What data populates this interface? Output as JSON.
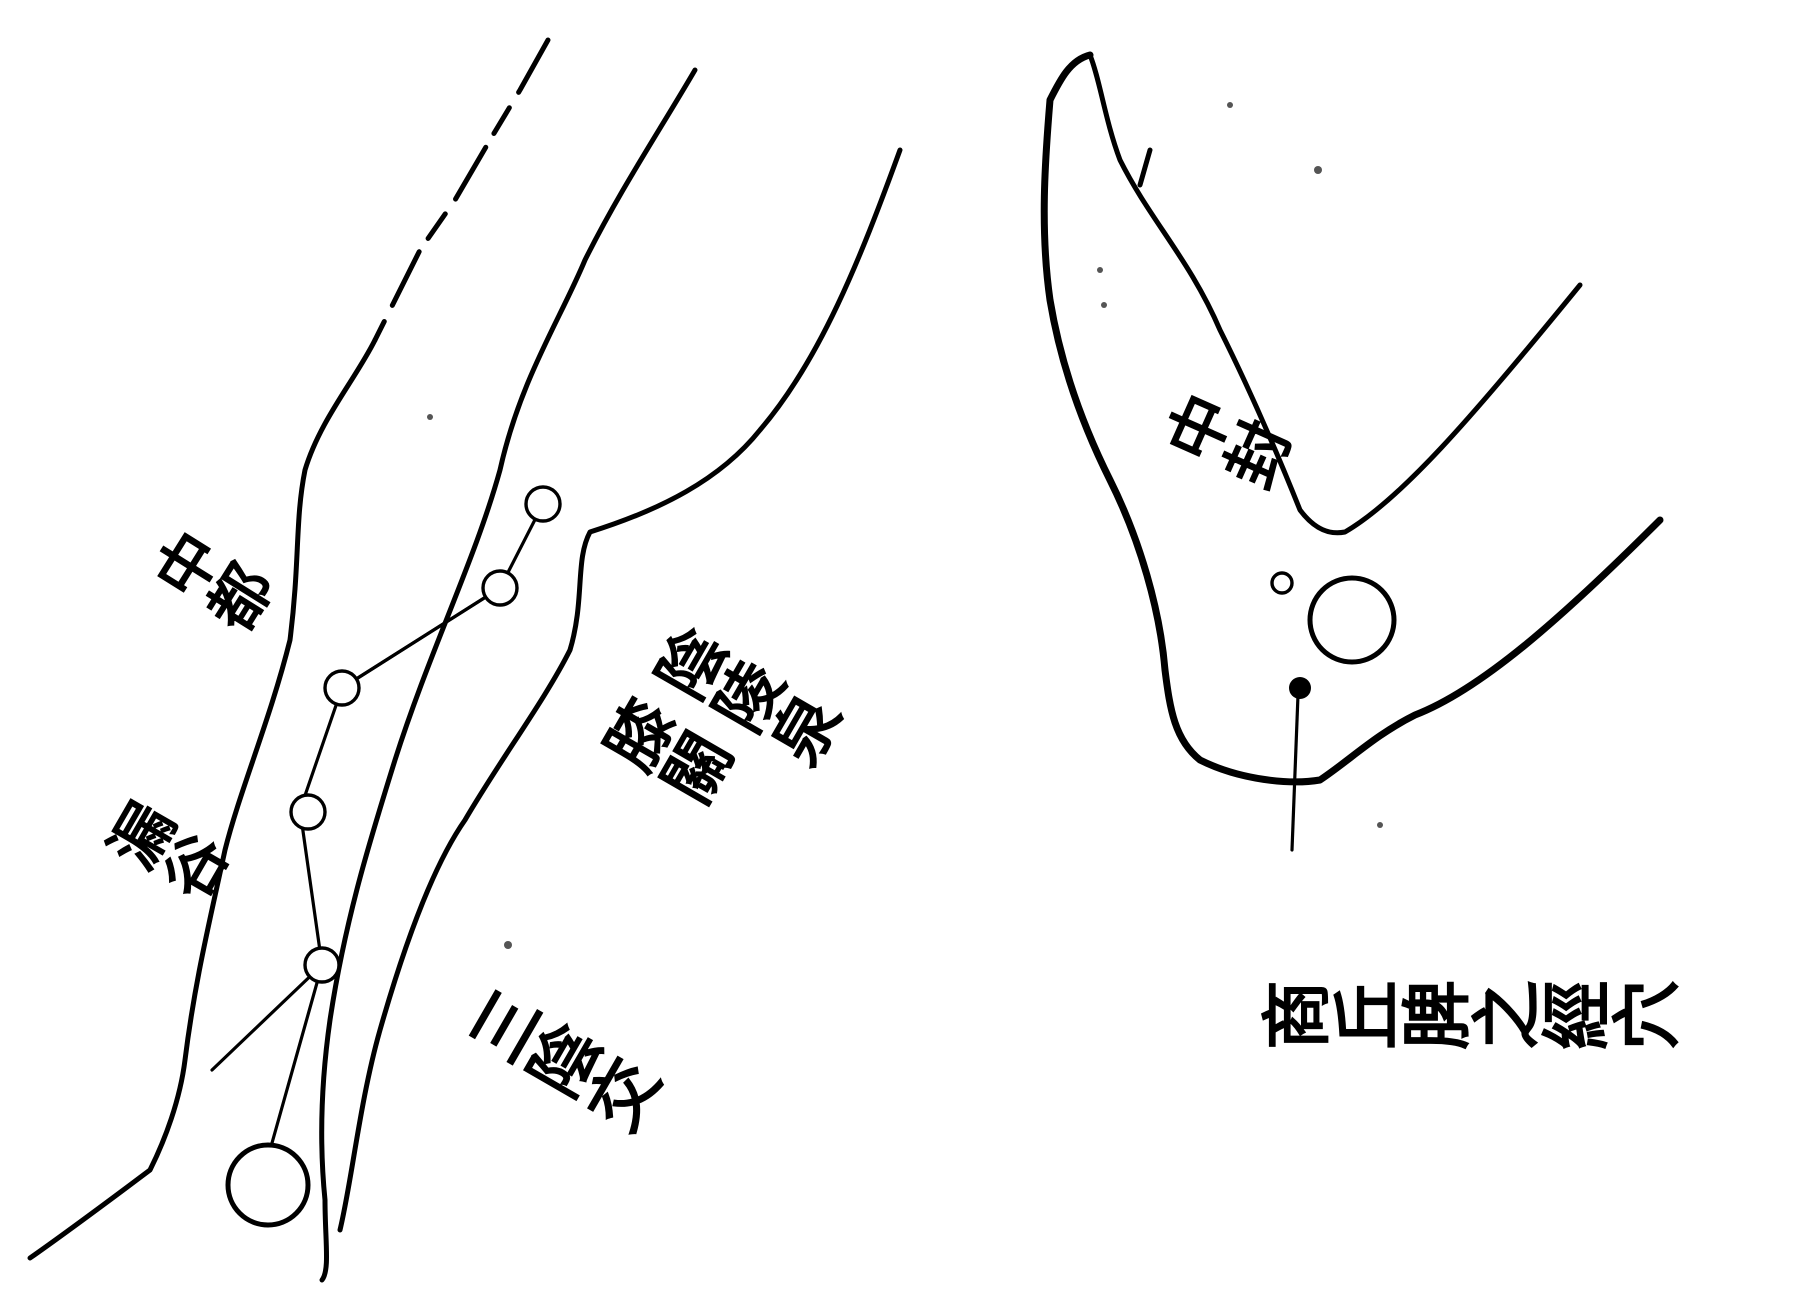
{
  "colors": {
    "ink": "#000000",
    "paper": "#ffffff"
  },
  "labels": {
    "yinlingquan": "陰陵泉",
    "xiguan": "膝關",
    "zhongdu": "中都",
    "lougu": "漏谷",
    "sanyinjiao": "三陰交",
    "zhongfeng": "中封",
    "shangqiu_caption": "商丘脾之經穴"
  }
}
